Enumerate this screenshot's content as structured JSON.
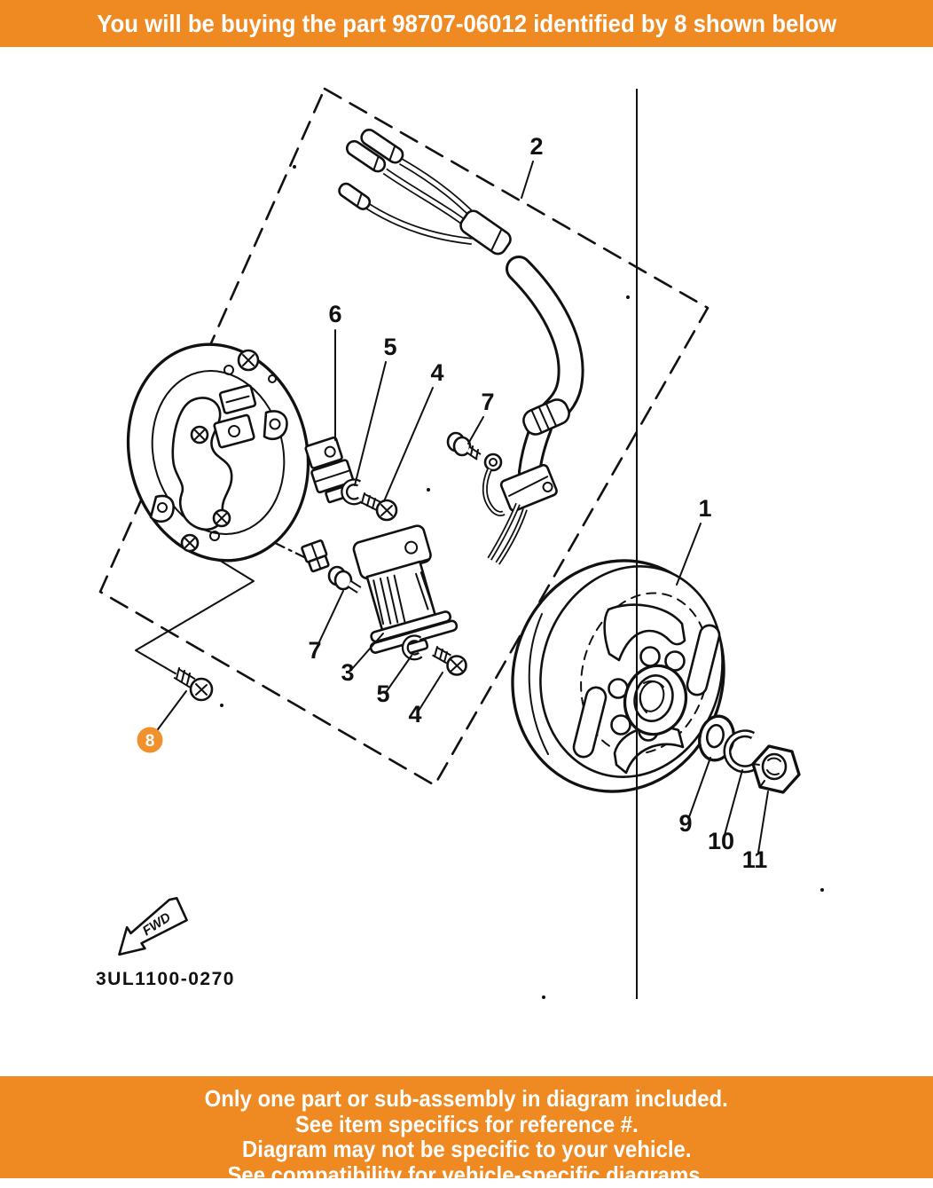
{
  "colors": {
    "accent_orange": "#EF8A23",
    "badge_orange": "#F0912B",
    "ink": "#111111",
    "background": "#FFFFFF"
  },
  "header": {
    "text": "You will be buying the part 98707-06012 identified by 8 shown below"
  },
  "footer": {
    "lines": [
      "Only one part or sub-assembly in diagram included.",
      "See item specifics for reference #.",
      "Diagram may not be specific to your vehicle.",
      "See compatibility for vehicle-specific diagrams."
    ]
  },
  "diagram": {
    "code": "3UL1100-0270",
    "fwd_label": "FWD",
    "badge": {
      "number": "8"
    },
    "labels": [
      {
        "id": "part-2",
        "text": "2"
      },
      {
        "id": "part-6",
        "text": "6"
      },
      {
        "id": "part-5a",
        "text": "5"
      },
      {
        "id": "part-4a",
        "text": "4"
      },
      {
        "id": "part-7a",
        "text": "7"
      },
      {
        "id": "part-1",
        "text": "1"
      },
      {
        "id": "part-7b",
        "text": "7"
      },
      {
        "id": "part-3",
        "text": "3"
      },
      {
        "id": "part-5b",
        "text": "5"
      },
      {
        "id": "part-4b",
        "text": "4"
      },
      {
        "id": "part-9",
        "text": "9"
      },
      {
        "id": "part-10",
        "text": "10"
      },
      {
        "id": "part-11",
        "text": "11"
      }
    ]
  }
}
